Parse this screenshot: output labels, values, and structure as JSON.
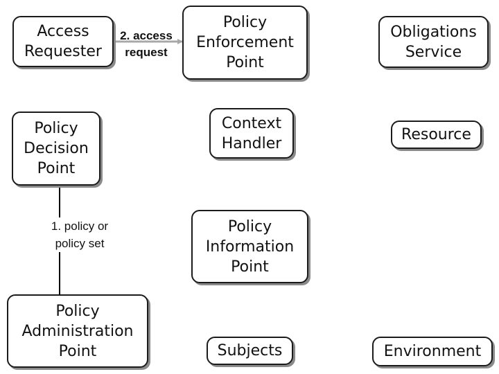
{
  "nodes": {
    "access_requester": "Access\nRequester",
    "pep": "Policy\nEnforcement\nPoint",
    "obligations": "Obligations\nService",
    "pdp": "Policy\nDecision\nPoint",
    "context_handler": "Context\nHandler",
    "resource": "Resource",
    "pip": "Policy\nInformation\nPoint",
    "pap": "Policy\nAdministration\nPoint",
    "subjects": "Subjects",
    "environment": "Environment"
  },
  "edges": {
    "access_request": "2. access\nrequest",
    "policy_set": "1. policy or\npolicy set"
  },
  "colors": {
    "edge_access_request": "#a8a8a8",
    "edge_policy": "#000000",
    "box_border": "#1a1a1a",
    "box_shadow": "#8a8a8a"
  }
}
